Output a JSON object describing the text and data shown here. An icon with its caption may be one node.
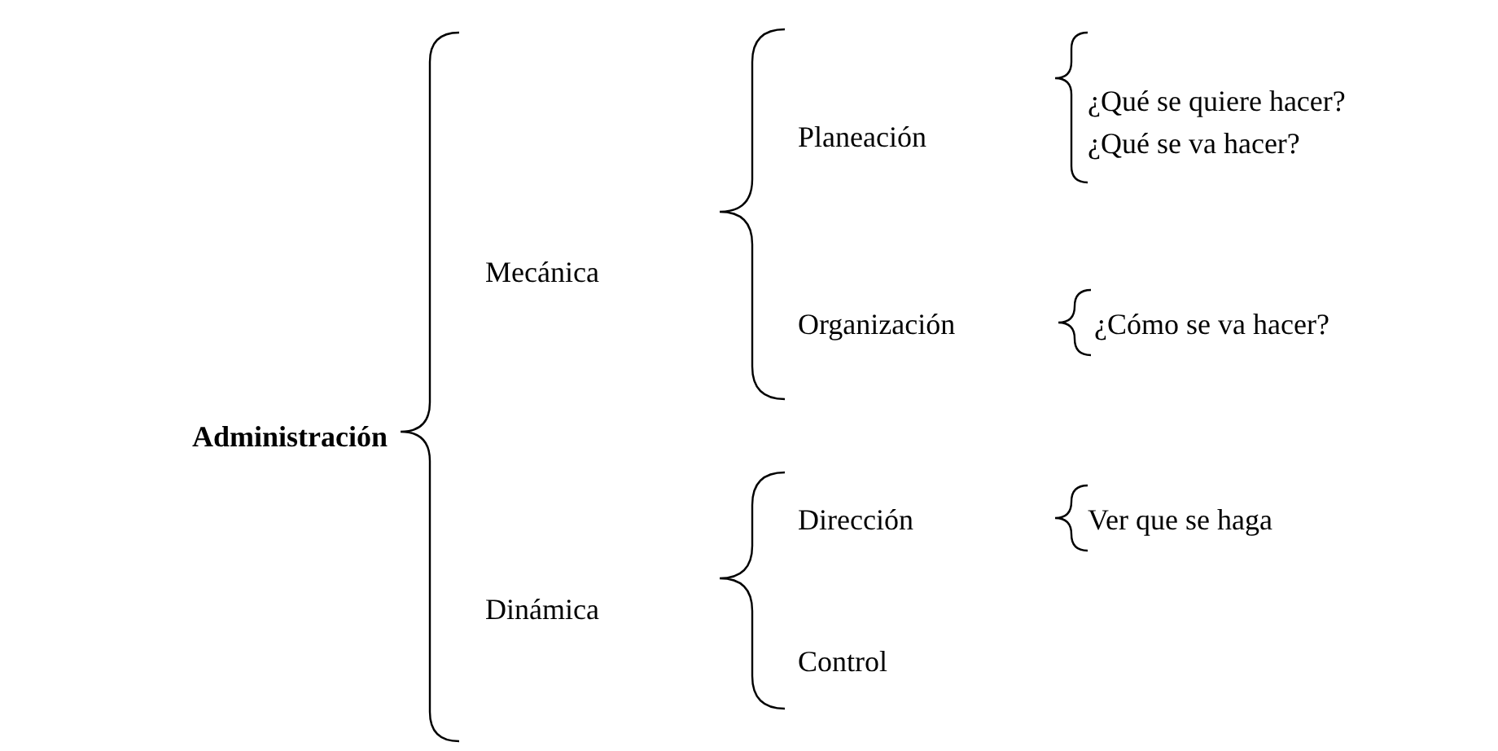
{
  "diagram": {
    "labels": [
      "Administración",
      "Mecánica",
      "Planeación",
      "¿Qué se quiere hacer?",
      "¿Qué se va hacer?",
      "Organización",
      "¿Cómo se va hacer?",
      "Dinámica",
      "Dirección",
      "Ver que se haga",
      "Control"
    ]
  }
}
